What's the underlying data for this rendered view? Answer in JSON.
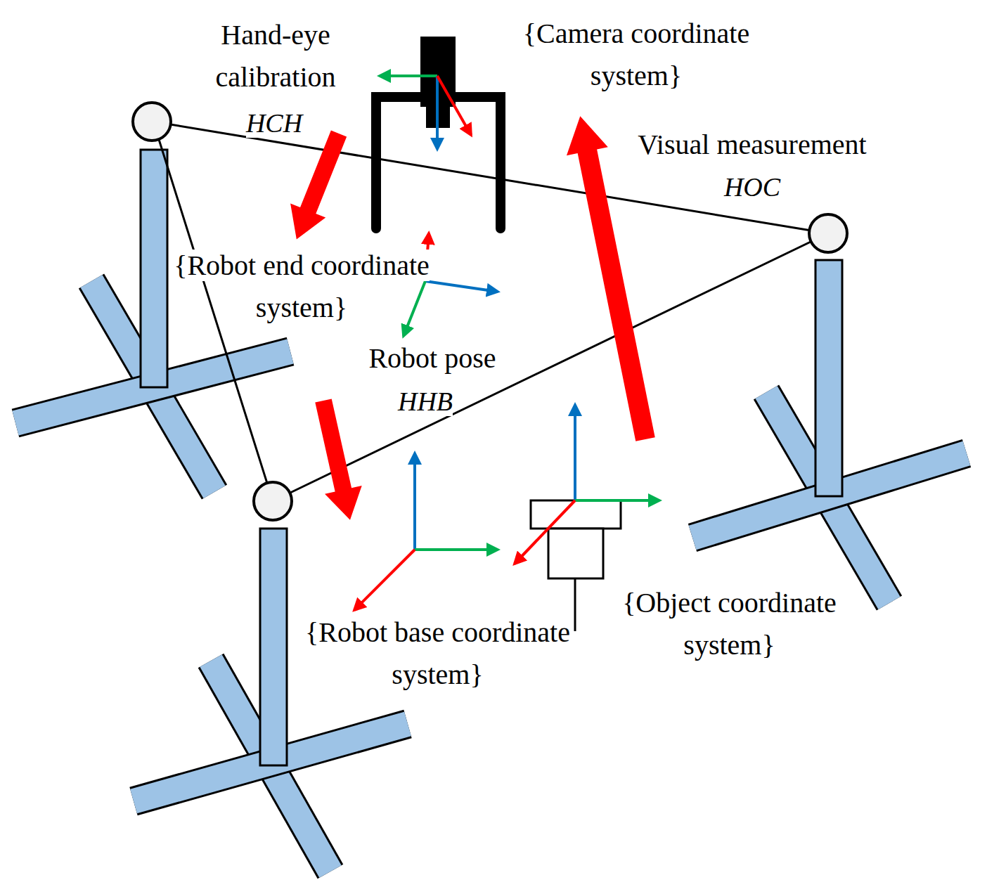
{
  "diagram": {
    "labels": [
      "Hand-eye calibration",
      "HCH",
      "{Camera coordinate system}",
      "Visual measurement",
      "HOC",
      "{Robot end coordinate system}",
      "Robot pose",
      "HHB",
      "{Robot base coordinate system}",
      "{Object coordinate system}"
    ]
  }
}
